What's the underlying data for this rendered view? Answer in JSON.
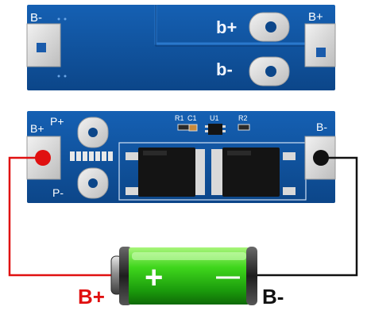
{
  "top_board": {
    "pad_left_label": "B-",
    "pad_right_label": "B+",
    "hole_upper_label": "b+",
    "hole_lower_label": "b-"
  },
  "bottom_board": {
    "left_pad_label": "B+",
    "p_plus_label": "P+",
    "p_minus_label": "P-",
    "right_pad_label": "B-",
    "r1_label": "R1",
    "c1_label": "C1",
    "u1_label": "U1",
    "r2_label": "R2"
  },
  "battery": {
    "plus_symbol": "+",
    "minus_symbol": "—"
  },
  "wire_labels": {
    "positive": "B+",
    "negative": "B-"
  },
  "colors": {
    "board_blue": "#0d4d9a",
    "pad_silver": "#dcdcdc",
    "positive_wire": "#e01010",
    "negative_wire": "#111111",
    "battery_green": "#3ccf1a"
  }
}
